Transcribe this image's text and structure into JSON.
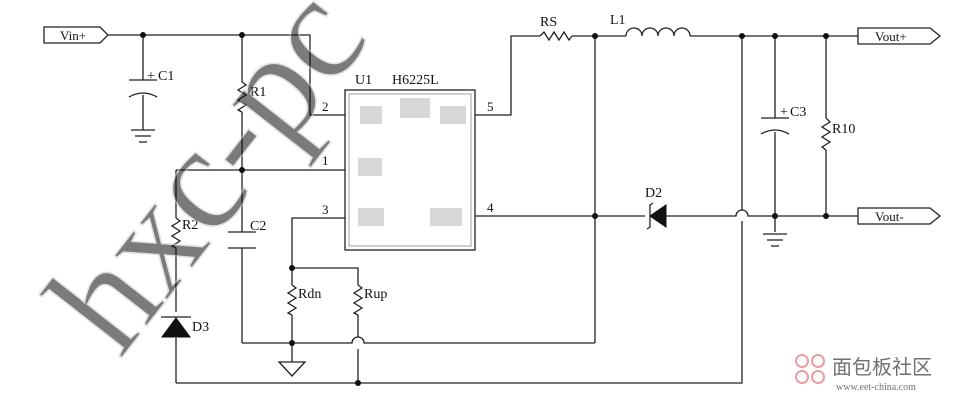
{
  "ports": {
    "vin_plus": "Vin+",
    "vout_plus": "Vout+",
    "vout_minus": "Vout-"
  },
  "ic": {
    "designator": "U1",
    "part_number": "H6225L",
    "pin2": "2",
    "pin1": "1",
    "pin3": "3",
    "pin5": "5",
    "pin4": "4"
  },
  "components": {
    "c1": "C1",
    "r1": "R1",
    "r2": "R2",
    "c2": "C2",
    "d3": "D3",
    "rdn": "Rdn",
    "rup": "Rup",
    "rs": "RS",
    "l1": "L1",
    "d2": "D2",
    "c3": "C3",
    "r10": "R10",
    "plus_sign": "+"
  },
  "watermark": {
    "diagonal_text": "hxc-pc",
    "logo_text": "面包板社区",
    "logo_url": "www.eet-china.com"
  }
}
